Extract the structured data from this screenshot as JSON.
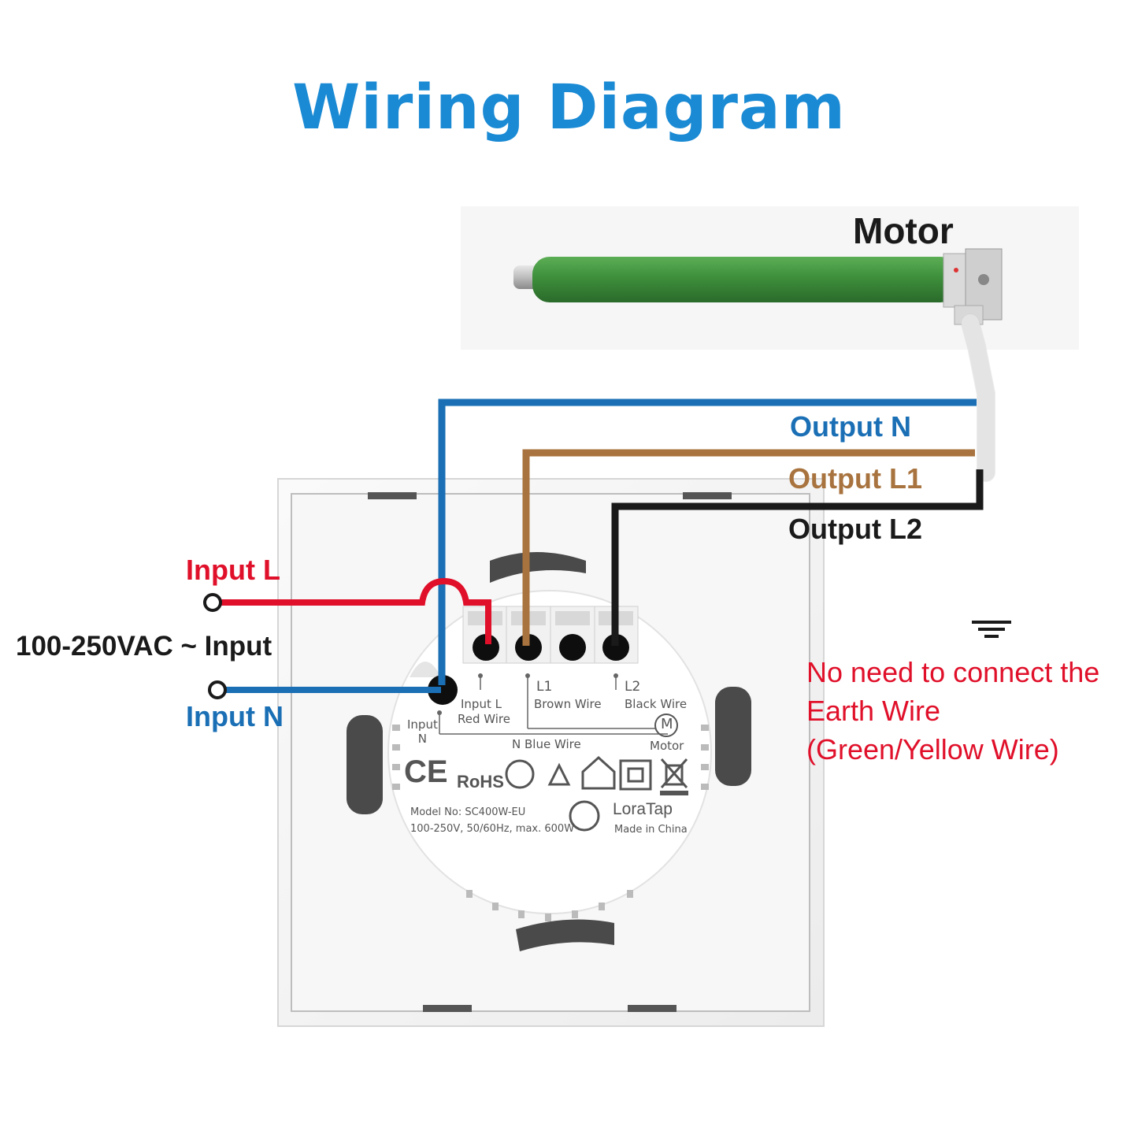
{
  "title": "Wiring Diagram",
  "motor": {
    "label": "Motor"
  },
  "outputs": {
    "n": "Output N",
    "l1": "Output L1",
    "l2": "Output L2"
  },
  "inputs": {
    "l": "Input L",
    "n": "Input N",
    "voltage": "100-250VAC ~ Input"
  },
  "earth_note": {
    "line1": "No need to connect the",
    "line2": "Earth Wire",
    "line3": "(Green/Yellow Wire)"
  },
  "device": {
    "terminal_input_l": "Input L",
    "terminal_input_l_sub": "Red Wire",
    "terminal_l1": "L1",
    "terminal_l1_sub": "Brown Wire",
    "terminal_l2": "L2",
    "terminal_l2_sub": "Black Wire",
    "terminal_input_n": "Input",
    "terminal_input_n_sub": "N",
    "n_blue": "N  Blue Wire",
    "motor_small": "Motor",
    "motor_symbol": "M",
    "cert_ce": "CE",
    "cert_rohs": "RoHS",
    "model": "Model No: SC400W-EU",
    "rating": "100-250V, 50/60Hz, max. 600W",
    "brand": "LoraTap",
    "made_in": "Made in China"
  },
  "colors": {
    "title_blue": "#1a8ad4",
    "wire_blue": "#1a6fb5",
    "wire_brown": "#a8733e",
    "wire_black": "#1a1a1a",
    "wire_red": "#e0102a",
    "note_red": "#e0102a",
    "motor_green": "#3e8f3c",
    "earth_green": "#7cb342",
    "earth_yellow": "#e6d23a"
  },
  "icons": [
    "motor-icon",
    "ground-icon",
    "terminal-icon",
    "motor-symbol-icon",
    "ce-mark-icon",
    "recycle-icon",
    "house-icon",
    "double-insulation-icon",
    "weee-bin-icon",
    "brand-logo-icon"
  ]
}
